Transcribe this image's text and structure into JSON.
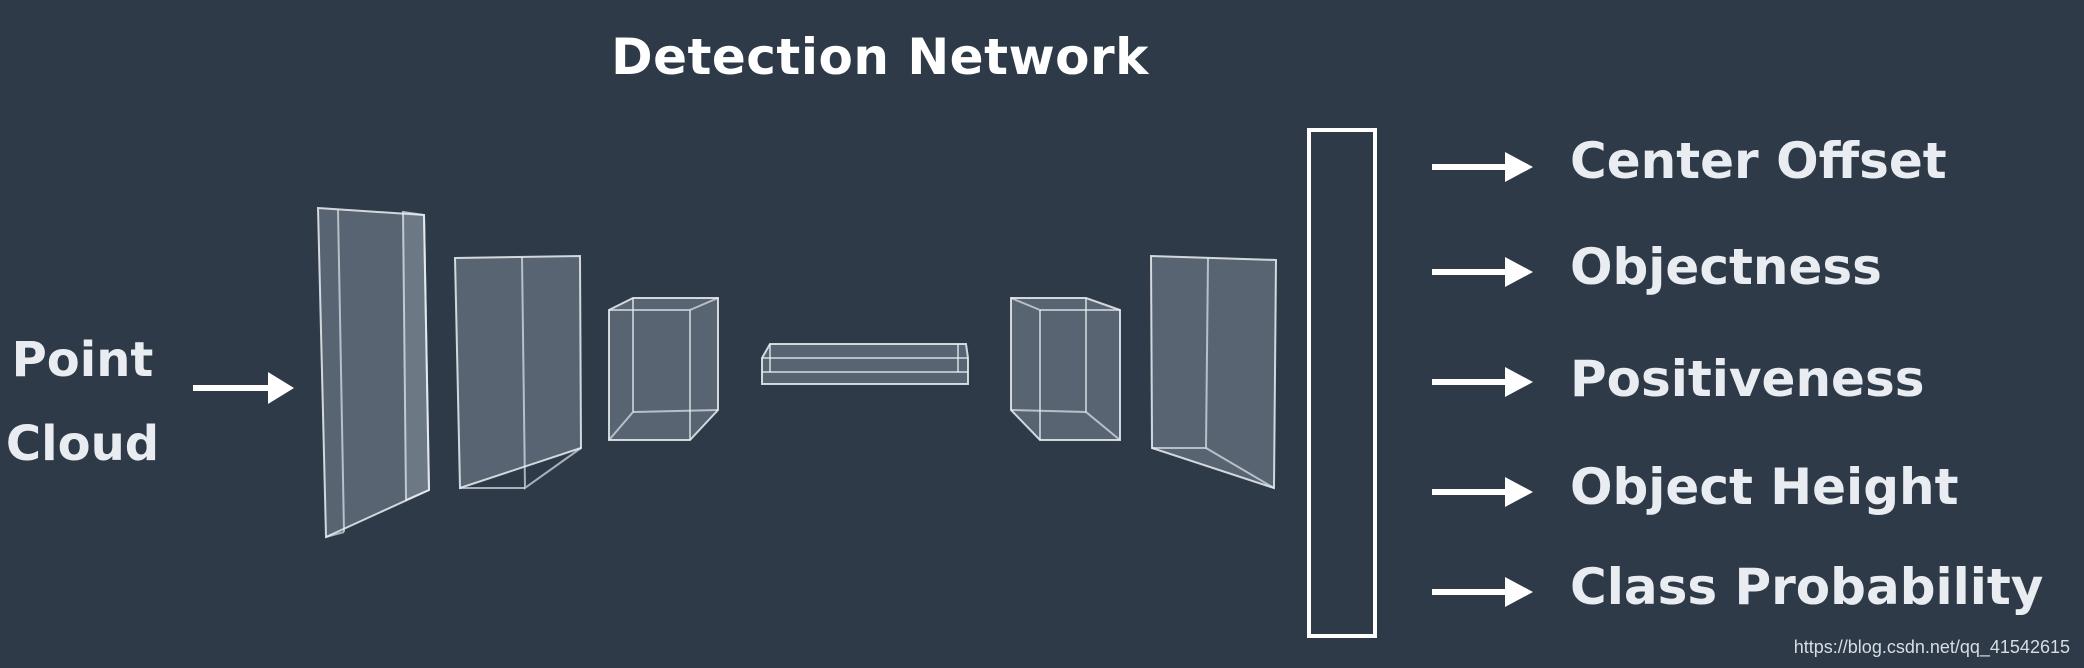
{
  "title": "Detection Network",
  "input": {
    "line1": "Point",
    "line2": "Cloud"
  },
  "outputs": [
    "Center Offset",
    "Objectness",
    "Positiveness",
    "Object Height",
    "Class Probability"
  ],
  "watermark": "https://blog.csdn.net/qq_41542615",
  "colors": {
    "background": "#2e3a48",
    "text": "#e9edf1"
  }
}
